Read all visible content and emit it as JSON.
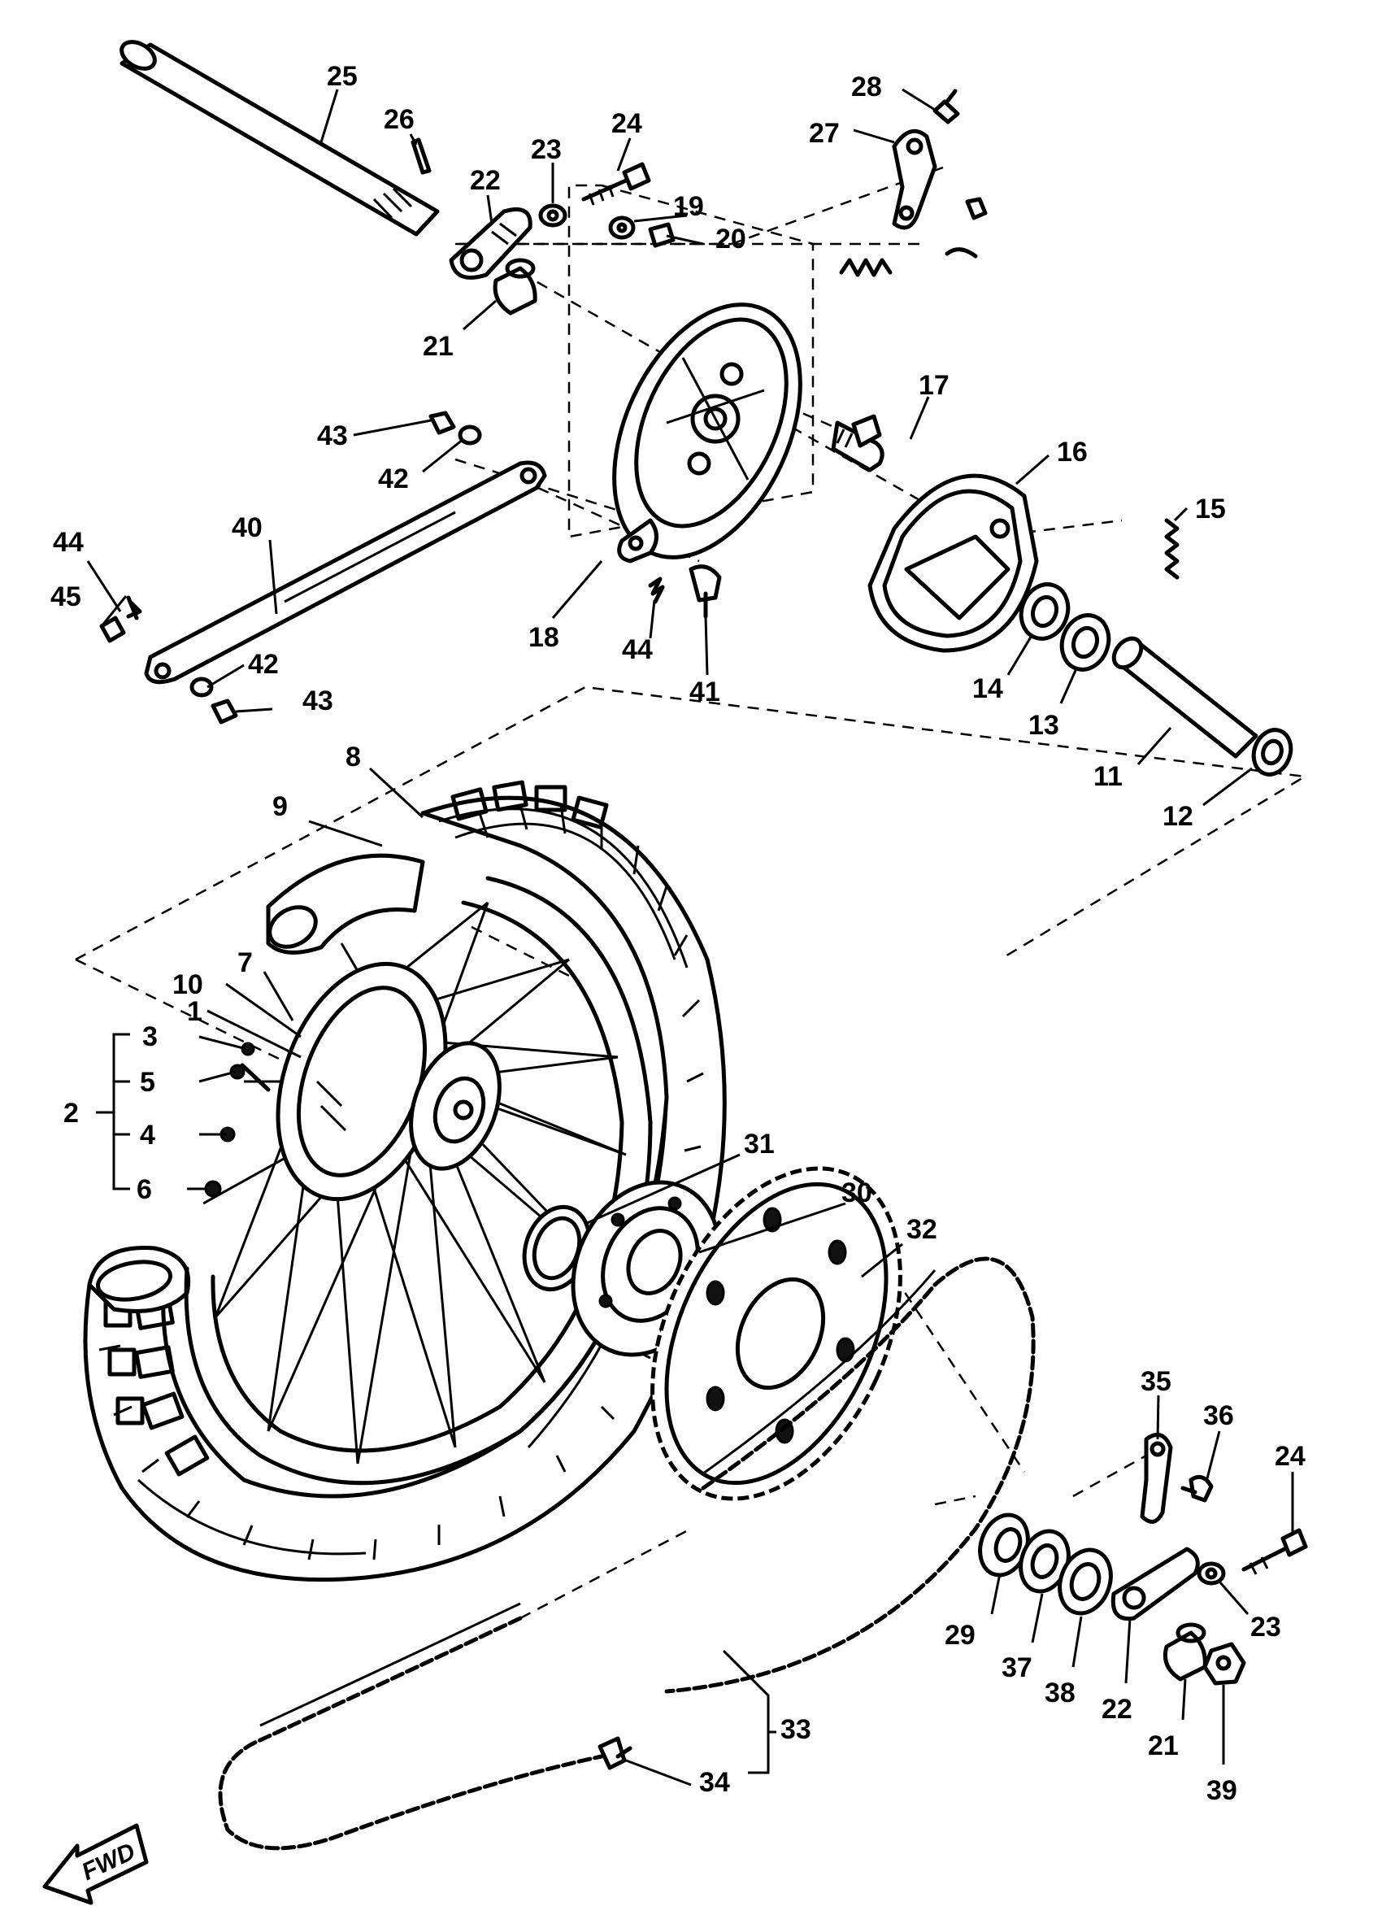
{
  "callouts": {
    "c25": "25",
    "c26": "26",
    "c22a": "22",
    "c23a": "23",
    "c24a": "24",
    "c28": "28",
    "c27": "27",
    "c19": "19",
    "c20": "20",
    "c21a": "21",
    "c17": "17",
    "c16": "16",
    "c15": "15",
    "c43a": "43",
    "c42a": "42",
    "c40": "40",
    "c44a": "44",
    "c45": "45",
    "c18": "18",
    "c44b": "44",
    "c41": "41",
    "c42b": "42",
    "c43b": "43",
    "c14": "14",
    "c13": "13",
    "c11": "11",
    "c12": "12",
    "c8": "8",
    "c9": "9",
    "c7": "7",
    "c10": "10",
    "c1": "1",
    "c3": "3",
    "c5": "5",
    "c2": "2",
    "c4": "4",
    "c6": "6",
    "c31": "31",
    "c30": "30",
    "c32": "32",
    "c35": "35",
    "c36": "36",
    "c24b": "24",
    "c29": "29",
    "c37": "37",
    "c38": "38",
    "c22b": "22",
    "c23b": "23",
    "c21b": "21",
    "c39": "39",
    "c33": "33",
    "c34": "34"
  },
  "fwd_label": "FWD"
}
